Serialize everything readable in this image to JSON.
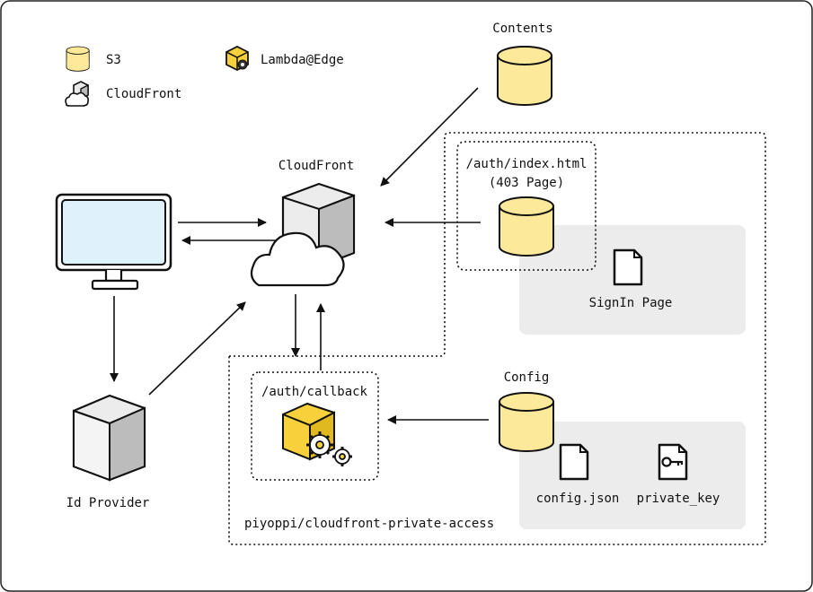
{
  "legend": {
    "s3": "S3",
    "lambda": "Lambda@Edge",
    "cloudfront": "CloudFront"
  },
  "nodes": {
    "contents": "Contents",
    "cloudfront": "CloudFront",
    "auth_index_line1": "/auth/index.html",
    "auth_index_line2": "(403 Page)",
    "signin_page": "SignIn Page",
    "config": "Config",
    "auth_callback": "/auth/callback",
    "config_json": "config.json",
    "private_key": "private_key",
    "id_provider": "Id Provider",
    "repo": "piyoppi/cloudfront-private-access"
  },
  "colors": {
    "s3_fill": "#fde99a",
    "lambda_fill": "#f7d13c",
    "gray_panel": "#ececec",
    "screen_fill": "#dff2fb"
  }
}
